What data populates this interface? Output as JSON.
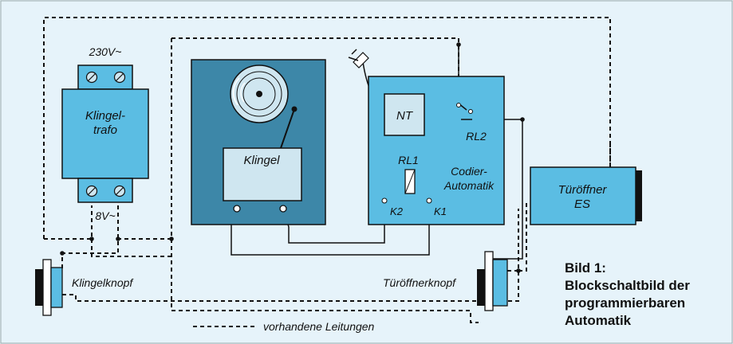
{
  "components": {
    "transformer": {
      "label": "Klingel-\ntrafo",
      "voltage_in": "230V~",
      "voltage_out": "8V~"
    },
    "bell_unit": {
      "label": "Klingel"
    },
    "codier": {
      "power_supply": "NT",
      "relay1": "RL1",
      "relay2": "RL2",
      "label": "Codier-\nAutomatik",
      "contact_k1": "K1",
      "contact_k2": "K2"
    },
    "door_opener": {
      "label": "Türöffner\nES"
    },
    "bell_button": {
      "label": "Klingelknopf"
    },
    "door_button": {
      "label": "Türöffnerknopf"
    }
  },
  "legend": {
    "label": "vorhandene Leitungen"
  },
  "caption": {
    "title": "Bild 1:",
    "line1": "Blockschaltbild der",
    "line2": "programmierbaren",
    "line3": "Automatik"
  },
  "colors": {
    "panel_background": "#e6f3fa",
    "component_blue": "#5bbde3",
    "bell_housing": "#3d87a8",
    "bell_inner": "#cfe6f0"
  }
}
